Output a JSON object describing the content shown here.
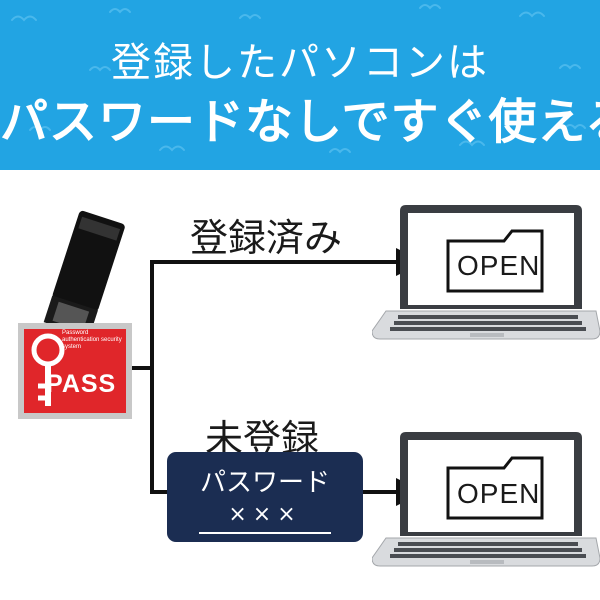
{
  "header": {
    "line1": "登録したパソコンは",
    "line2": "パスワードなしですぐ使える"
  },
  "labels": {
    "registered": "登録済み",
    "unregistered": "未登録"
  },
  "password_box": {
    "title": "パスワード",
    "mask": "×××"
  },
  "laptops": {
    "top_screen_text": "OPEN",
    "bottom_screen_text": "OPEN"
  },
  "pass_badge": {
    "text": "PASS",
    "tagline": "Password authentication security system"
  },
  "colors": {
    "banner": "#22a4e3",
    "password_box": "#1b2d52",
    "pass_badge": "#e0262a"
  },
  "icons": {
    "usb": "usb-key-icon",
    "laptop": "laptop-icon",
    "folder": "folder-icon",
    "arrow": "arrow-right-icon"
  }
}
